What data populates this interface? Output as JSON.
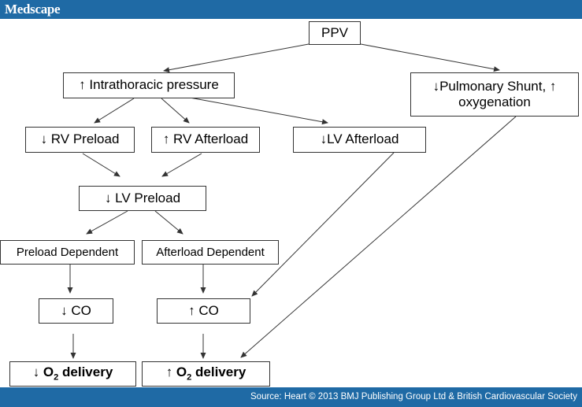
{
  "header": {
    "brand": "Medscape"
  },
  "footer": {
    "source": "Source: Heart © 2013 BMJ Publishing Group Ltd & British Cardiovascular Society"
  },
  "nodes": {
    "ppv": "PPV",
    "intrathoracic": "↑ Intrathoracic pressure",
    "pulmonary_shunt": "↓Pulmonary Shunt, ↑ oxygenation",
    "rv_preload": "↓ RV Preload",
    "rv_afterload": "↑ RV Afterload",
    "lv_afterload": "↓LV Afterload",
    "lv_preload": "↓ LV Preload",
    "preload_dependent": "Preload Dependent",
    "afterload_dependent": "Afterload Dependent",
    "co_down": "↓ CO",
    "co_up": "↑ CO",
    "o2_down": {
      "arrow": "↓ O",
      "sub": "2",
      "rest": " delivery"
    },
    "o2_up": {
      "arrow": "↑ O",
      "sub": "2",
      "rest": " delivery"
    }
  },
  "colors": {
    "brand_bar": "#1f6aa5",
    "line": "#333333"
  }
}
